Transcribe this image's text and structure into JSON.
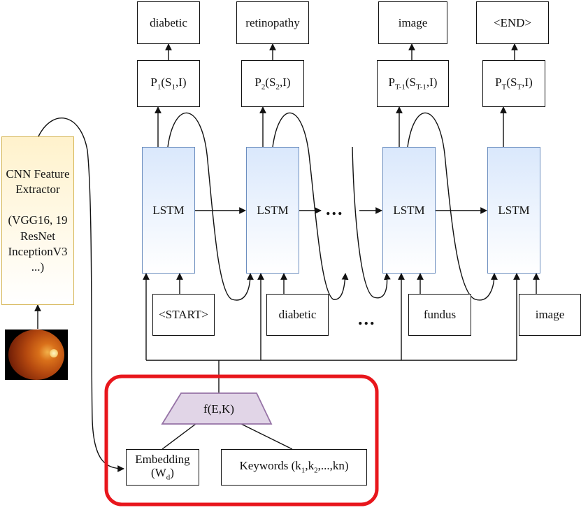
{
  "outputs": [
    "diabetic",
    "retinopathy",
    "image",
    "<END>"
  ],
  "probs": [
    {
      "p": "P",
      "psub": "1",
      "mid": "(S",
      "ssub": "1",
      "end": ",I)"
    },
    {
      "p": "P",
      "psub": "2",
      "mid": "(S",
      "ssub": "2",
      "end": ",I)"
    },
    {
      "p": "P",
      "psub": "T-1",
      "mid": "(S",
      "ssub": "T-1",
      "end": ",I)"
    },
    {
      "p": "P",
      "psub": "T",
      "mid": "(S",
      "ssub": "T",
      "end": ",I)"
    }
  ],
  "lstm_label": "LSTM",
  "inputs": [
    "<START>",
    "diabetic",
    "fundus",
    "image"
  ],
  "ellipsis": "...",
  "cnn": {
    "line1": "CNN Feature",
    "line2": "Extractor",
    "line3": "(VGG16, 19",
    "line4": "ResNet",
    "line5": "InceptionV3",
    "line6": "...)"
  },
  "fusion": "f(E,K)",
  "embedding": {
    "line1": "Embedding",
    "w": "(W",
    "wsub": "d",
    "close": ")"
  },
  "keywords": {
    "text": "Keywords (k",
    "s1": "1",
    "c1": ",k",
    "s2": "2",
    "rest": ",...,kn)"
  },
  "colors": {
    "lstm_border": "#6c8ebf",
    "lstm_fill": "#dae8fc",
    "cnn_border": "#d6b656",
    "cnn_fill": "#fff2cc",
    "fusion_border": "#9673a6",
    "fusion_fill": "#e1d5e7",
    "highlight": "#e8161c"
  },
  "icons": {
    "retina": "fundus-photo-icon"
  }
}
